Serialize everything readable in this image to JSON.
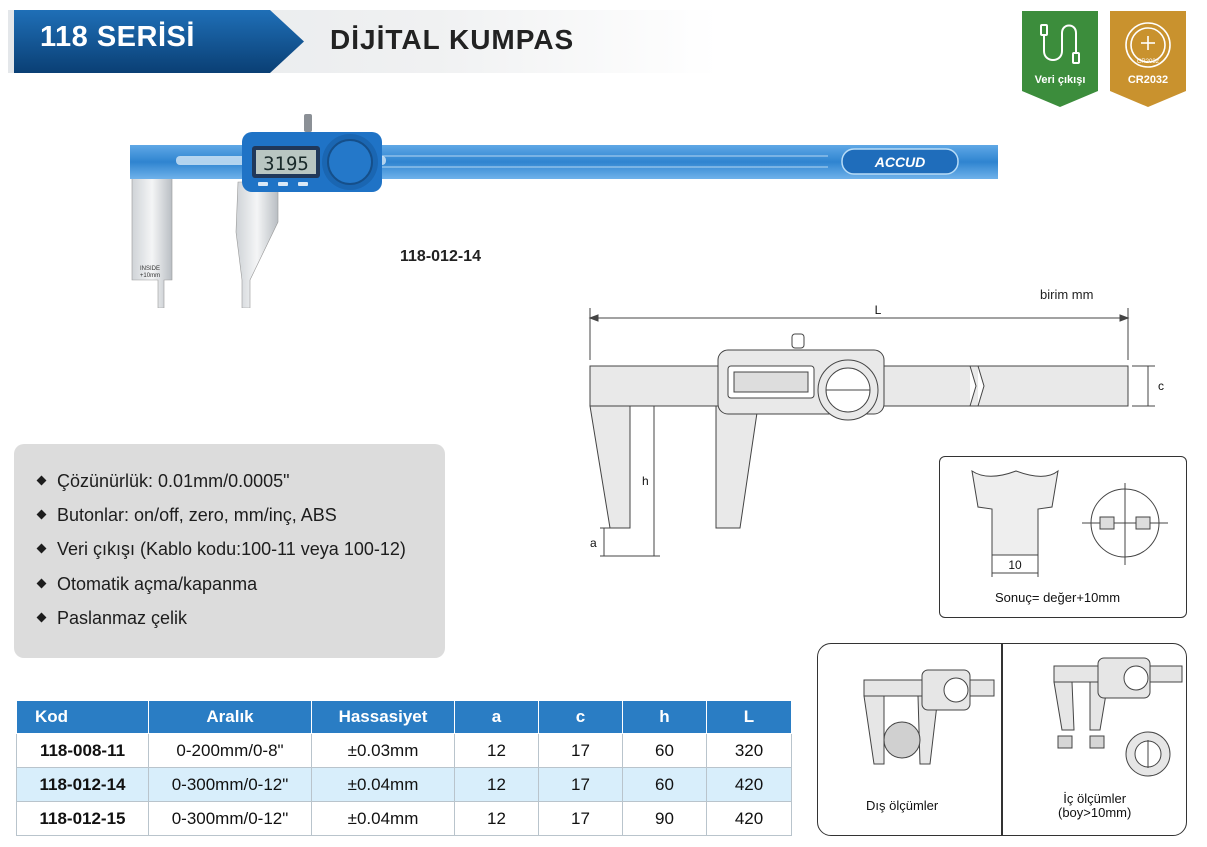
{
  "header": {
    "series": "118 SERİSİ",
    "title": "DİJİTAL KUMPAS"
  },
  "badges": [
    {
      "label": "Veri çıkışı",
      "icon": "cable-icon",
      "color": "#3c8d3c"
    },
    {
      "label": "CR2032",
      "icon": "battery-icon",
      "color": "#c9922e"
    }
  ],
  "product": {
    "code": "118-012-14",
    "lcd_reading": "3195",
    "brand": "ACCUD",
    "jaw_label_1": "INSIDE",
    "jaw_label_2": "+10mm"
  },
  "features": [
    "Çözünürlük: 0.01mm/0.0005\"",
    "Butonlar: on/off, zero, mm/inç, ABS",
    "Veri çıkışı (Kablo kodu:100-11 veya 100-12)",
    "Otomatik açma/kapanma",
    "Paslanmaz çelik"
  ],
  "drawing": {
    "unit": "birim mm",
    "dim_L": "L",
    "dim_c": "c",
    "dim_h": "h",
    "dim_a": "a"
  },
  "note": {
    "dim": "10",
    "text": "Sonuç= değer+10mm"
  },
  "measurements": {
    "outside": "Dış ölçümler",
    "inside_line1": "İç ölçümler",
    "inside_line2": "(boy>10mm)"
  },
  "table": {
    "headers": [
      "Kod",
      "Aralık",
      "Hassasiyet",
      "a",
      "c",
      "h",
      "L"
    ],
    "rows": [
      [
        "118-008-11",
        "0-200mm/0-8\"",
        "±0.03mm",
        "12",
        "17",
        "60",
        "320"
      ],
      [
        "118-012-14",
        "0-300mm/0-12\"",
        "±0.04mm",
        "12",
        "17",
        "60",
        "420"
      ],
      [
        "118-012-15",
        "0-300mm/0-12\"",
        "±0.04mm",
        "12",
        "17",
        "90",
        "420"
      ]
    ]
  },
  "colors": {
    "accent_blue": "#2a7dc4",
    "series_dark": "#0d4a82",
    "highlight_row": "#d8eefb",
    "feature_bg": "#dcdcdc"
  }
}
